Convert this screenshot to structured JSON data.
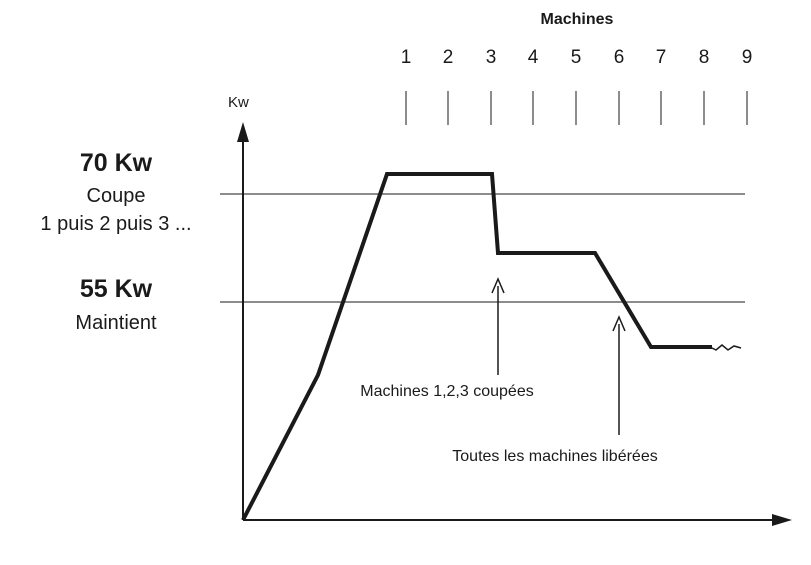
{
  "header": {
    "title": "Machines"
  },
  "machines": [
    "1",
    "2",
    "3",
    "4",
    "5",
    "6",
    "7",
    "8",
    "9"
  ],
  "axis": {
    "y_unit": "Kw"
  },
  "levels": {
    "cut": {
      "value": "70 Kw",
      "caption": "Coupe",
      "sequence": "1 puis 2 puis 3 ..."
    },
    "hold": {
      "value": "55 Kw",
      "caption": "Maintient"
    }
  },
  "annotations": {
    "cut_machines": "Machines 1,2,3 coupées",
    "released": "Toutes les machines libérées"
  },
  "colors": {
    "ink": "#1a1a1a",
    "background": "#ffffff"
  }
}
